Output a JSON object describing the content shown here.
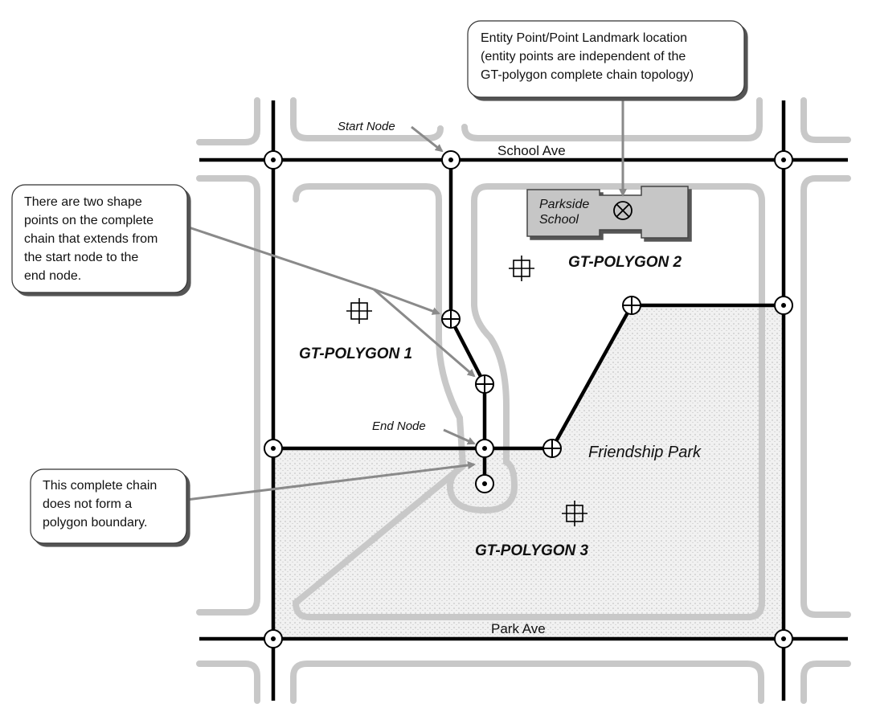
{
  "callouts": {
    "entity_point": [
      "Entity Point/Point Landmark location",
      "(entity points are independent of the",
      "GT-polygon complete chain topology)"
    ],
    "shape_points": [
      "There are two shape",
      "points on the complete",
      "chain that extends from",
      "the start node to the",
      "end node."
    ],
    "no_boundary": [
      "This complete chain",
      "does not form a",
      "polygon boundary."
    ]
  },
  "labels": {
    "start_node": "Start Node",
    "end_node": "End Node",
    "school_ave": "School Ave",
    "park_ave": "Park Ave",
    "parkside_school_1": "Parkside",
    "parkside_school_2": "School",
    "friendship_park": "Friendship Park",
    "gt_polygon_1": "GT-POLYGON 1",
    "gt_polygon_2": "GT-POLYGON 2",
    "gt_polygon_3": "GT-POLYGON 3"
  },
  "colors": {
    "line": "#000000",
    "road_outline": "#c8c8c8",
    "park_fill": "#ececec",
    "school_fill": "#c6c6c6",
    "arrow": "#8a8a8a"
  },
  "icons": {
    "node": "node-icon",
    "shape_point": "shape-point-icon",
    "polygon_point": "polygon-interior-point-icon",
    "landmark_point": "landmark-point-icon"
  }
}
